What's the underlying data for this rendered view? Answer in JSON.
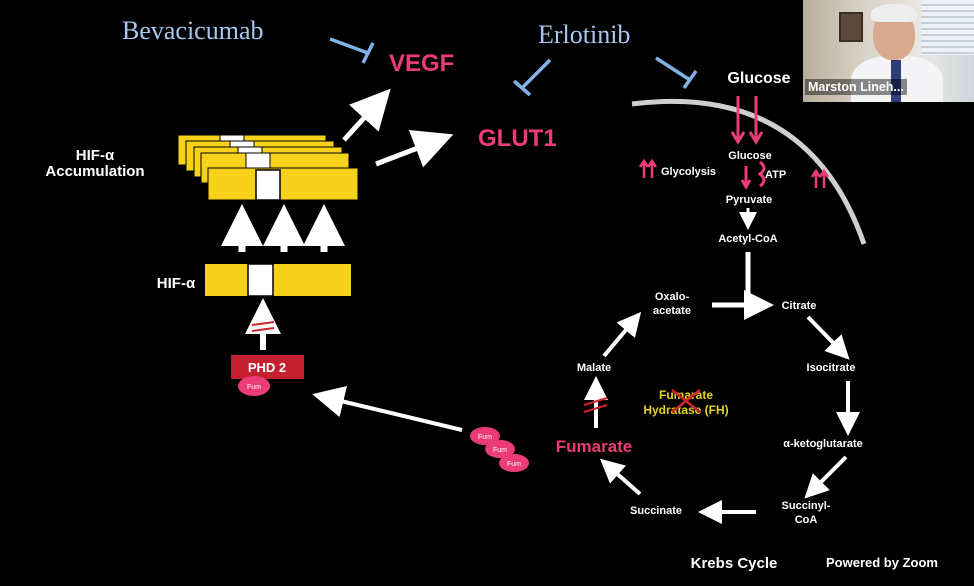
{
  "drugs": {
    "bevacizumab": "Bevacicumab",
    "erlotinib": "Erlotinib"
  },
  "targets": {
    "vegf": "VEGF",
    "glut1": "GLUT1"
  },
  "hif": {
    "accumulation_line1": "HIF-α",
    "accumulation_line2": "Accumulation",
    "hif_alpha": "HIF-α",
    "phd2": "PHD 2"
  },
  "metabolite_badge": "Fum",
  "glycolysis": {
    "glucose_top": "Glucose",
    "glucose": "Glucose",
    "glycolysis_label": "Glycolysis",
    "atp_label": "ATP",
    "pyruvate": "Pyruvate",
    "acetyl_coa": "Acetyl-CoA"
  },
  "krebs": {
    "title": "Krebs Cycle",
    "oxaloacetate_line1": "Oxalo-",
    "oxaloacetate_line2": "acetate",
    "citrate": "Citrate",
    "isocitrate": "Isocitrate",
    "alpha_kg": "α-ketoglutarate",
    "succinyl_line1": "Succinyl-",
    "succinyl_line2": "CoA",
    "succinate": "Succinate",
    "fumarate": "Fumarate",
    "malate": "Malate",
    "enzyme_line1": "Fumarate",
    "enzyme_line2": "Hydratase (FH)"
  },
  "video": {
    "participant_name": "Marston Lineh..."
  },
  "footer": {
    "powered_by": "Powered by Zoom"
  },
  "colors": {
    "background": "#000000",
    "magenta": "#ec3c78",
    "drug_blue": "#a9c7ee",
    "inhibitor_blue": "#7fb2e6",
    "hif_yellow": "#f7d21a",
    "phd_red": "#c4202f",
    "enzyme_text": "#e5d21d",
    "cross_red": "#d0242b",
    "membrane_gray": "#cfcfcf",
    "white": "#ffffff"
  }
}
